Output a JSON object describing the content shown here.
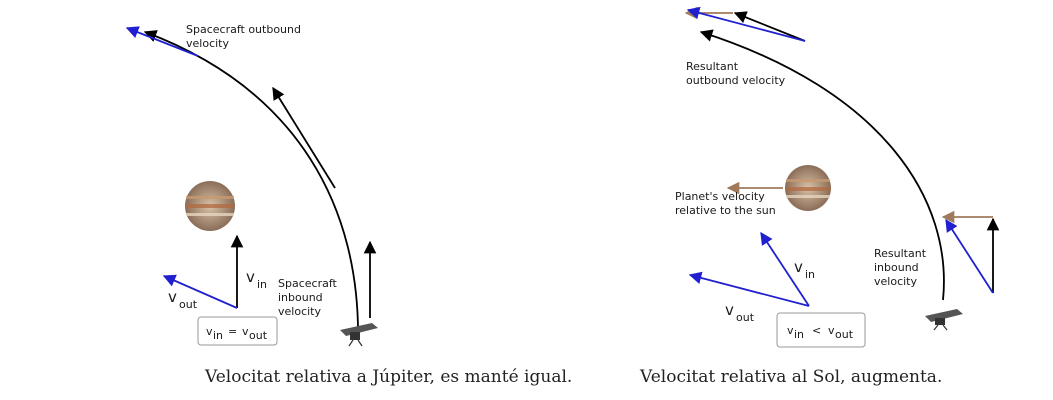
{
  "left_panel": {
    "label_outbound_line1": "Spacecraft outbound",
    "label_outbound_line2": "velocity",
    "label_inbound_line1": "Spacecraft",
    "label_inbound_line2": "inbound",
    "label_inbound_line3": "velocity",
    "v_symbol": "v",
    "v_in_sub": "in",
    "v_out_sub": "out",
    "eq_v1": "v",
    "eq_sub1": "in",
    "eq_op": "=",
    "eq_v2": "v",
    "eq_sub2": "out",
    "caption": "Velocitat relativa a Júpiter, es manté igual."
  },
  "right_panel": {
    "label_outbound_line1": "Resultant",
    "label_outbound_line2": "outbound velocity",
    "label_planet_line1": "Planet's velocity",
    "label_planet_line2": "relative to the sun",
    "label_inbound_line1": "Resultant",
    "label_inbound_line2": "inbound",
    "label_inbound_line3": "velocity",
    "v_symbol": "v",
    "v_in_sub": "in",
    "v_out_sub": "out",
    "eq_v1": "v",
    "eq_sub1": "in",
    "eq_op": "<",
    "eq_v2": "v",
    "eq_sub2": "out",
    "caption": "Velocitat relativa al Sol, augmenta."
  },
  "colors": {
    "spacecraft_velocity": "#000000",
    "planet_velocity": "#a07a5c",
    "outbound_vector": "#2020d0"
  }
}
